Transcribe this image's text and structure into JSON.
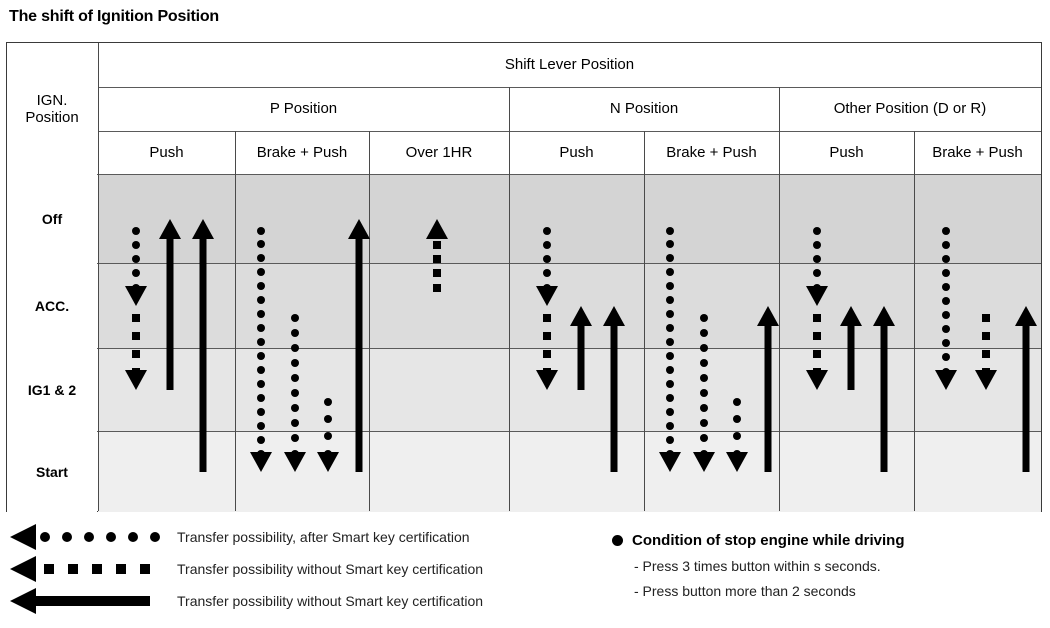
{
  "title": "The shift of Ignition Position",
  "table": {
    "corner_label": "IGN.\nPosition",
    "corner_line1": "IGN.",
    "corner_line2": "Position",
    "top_header": "Shift Lever Position",
    "groups": [
      {
        "label": "P Position",
        "columns": [
          "Push",
          "Brake + Push",
          "Over 1HR"
        ]
      },
      {
        "label": "N Position",
        "columns": [
          "Push",
          "Brake + Push"
        ]
      },
      {
        "label": "Other Position (D or R)",
        "columns": [
          "Push",
          "Brake + Push"
        ]
      }
    ],
    "rows": [
      {
        "label": "Off",
        "shade": "#d4d4d4"
      },
      {
        "label": "ACC.",
        "shade": "#dcdcdc"
      },
      {
        "label": "IG1 & 2",
        "shade": "#e6e6e6"
      },
      {
        "label": "Start",
        "shade": "#efefef"
      }
    ]
  },
  "chart_data": {
    "type": "diagram",
    "title": "The shift of Ignition Position",
    "row_levels": [
      "Off",
      "ACC.",
      "IG1 & 2",
      "Start"
    ],
    "column_headers": [
      "P Position / Push",
      "P Position / Brake + Push",
      "P Position / Over 1HR",
      "N Position / Push",
      "N Position / Brake + Push",
      "Other Position (D or R) / Push",
      "Other Position (D or R) / Brake + Push"
    ],
    "line_styles": {
      "dotted": "Transfer possibility, after Smart key certification",
      "dashed": "Transfer possibility without Smart key certification",
      "solid": "Transfer possibility without Smart key certification"
    },
    "transitions": [
      {
        "column": 0,
        "style": "dotted",
        "from": "Off",
        "to": "ACC.",
        "direction": "down",
        "lane": 0
      },
      {
        "column": 0,
        "style": "dashed",
        "from": "ACC.",
        "to": "IG1 & 2",
        "direction": "down",
        "lane": 0
      },
      {
        "column": 0,
        "style": "solid",
        "from": "IG1 & 2",
        "to": "Off",
        "direction": "up",
        "lane": 1
      },
      {
        "column": 0,
        "style": "solid",
        "from": "Start",
        "to": "Off",
        "direction": "up",
        "lane": 2
      },
      {
        "column": 1,
        "style": "dotted",
        "from": "Off",
        "to": "Start",
        "direction": "down",
        "lane": 0
      },
      {
        "column": 1,
        "style": "dotted",
        "from": "ACC.",
        "to": "Start",
        "direction": "down",
        "lane": 1
      },
      {
        "column": 1,
        "style": "dotted",
        "from": "IG1 & 2",
        "to": "Start",
        "direction": "down",
        "lane": 2
      },
      {
        "column": 1,
        "style": "solid",
        "from": "Start",
        "to": "Off",
        "direction": "up",
        "lane": 3
      },
      {
        "column": 2,
        "style": "dashed",
        "from": "ACC.",
        "to": "Off",
        "direction": "up",
        "lane": 0
      },
      {
        "column": 3,
        "style": "dotted",
        "from": "Off",
        "to": "ACC.",
        "direction": "down",
        "lane": 0
      },
      {
        "column": 3,
        "style": "dashed",
        "from": "ACC.",
        "to": "IG1 & 2",
        "direction": "down",
        "lane": 0
      },
      {
        "column": 3,
        "style": "solid",
        "from": "IG1 & 2",
        "to": "ACC.",
        "direction": "up",
        "lane": 1
      },
      {
        "column": 3,
        "style": "solid",
        "from": "Start",
        "to": "ACC.",
        "direction": "up",
        "lane": 2
      },
      {
        "column": 4,
        "style": "dotted",
        "from": "Off",
        "to": "Start",
        "direction": "down",
        "lane": 0
      },
      {
        "column": 4,
        "style": "dotted",
        "from": "ACC.",
        "to": "Start",
        "direction": "down",
        "lane": 1
      },
      {
        "column": 4,
        "style": "dotted",
        "from": "IG1 & 2",
        "to": "Start",
        "direction": "down",
        "lane": 2
      },
      {
        "column": 4,
        "style": "solid",
        "from": "Start",
        "to": "ACC.",
        "direction": "up",
        "lane": 3
      },
      {
        "column": 5,
        "style": "dotted",
        "from": "Off",
        "to": "ACC.",
        "direction": "down",
        "lane": 0
      },
      {
        "column": 5,
        "style": "dashed",
        "from": "ACC.",
        "to": "IG1 & 2",
        "direction": "down",
        "lane": 0
      },
      {
        "column": 5,
        "style": "solid",
        "from": "IG1 & 2",
        "to": "ACC.",
        "direction": "up",
        "lane": 1
      },
      {
        "column": 5,
        "style": "solid",
        "from": "Start",
        "to": "ACC.",
        "direction": "up",
        "lane": 2
      },
      {
        "column": 6,
        "style": "dotted",
        "from": "Off",
        "to": "IG1 & 2",
        "direction": "down",
        "lane": 0
      },
      {
        "column": 6,
        "style": "dashed",
        "from": "ACC.",
        "to": "IG1 & 2",
        "direction": "down",
        "lane": 1
      },
      {
        "column": 6,
        "style": "solid",
        "from": "Start",
        "to": "ACC.",
        "direction": "up",
        "lane": 2
      }
    ]
  },
  "legend": {
    "items": [
      {
        "glyph": "dotted-arrow-left-icon",
        "text": "Transfer possibility, after Smart key certification"
      },
      {
        "glyph": "dashed-arrow-left-icon",
        "text": "Transfer possibility without Smart key certification"
      },
      {
        "glyph": "solid-arrow-left-icon",
        "text": "Transfer possibility without Smart key certification"
      }
    ]
  },
  "condition": {
    "title": "Condition of stop engine while driving",
    "items": [
      "- Press 3 times button within s seconds.",
      "- Press button more than 2 seconds"
    ]
  }
}
